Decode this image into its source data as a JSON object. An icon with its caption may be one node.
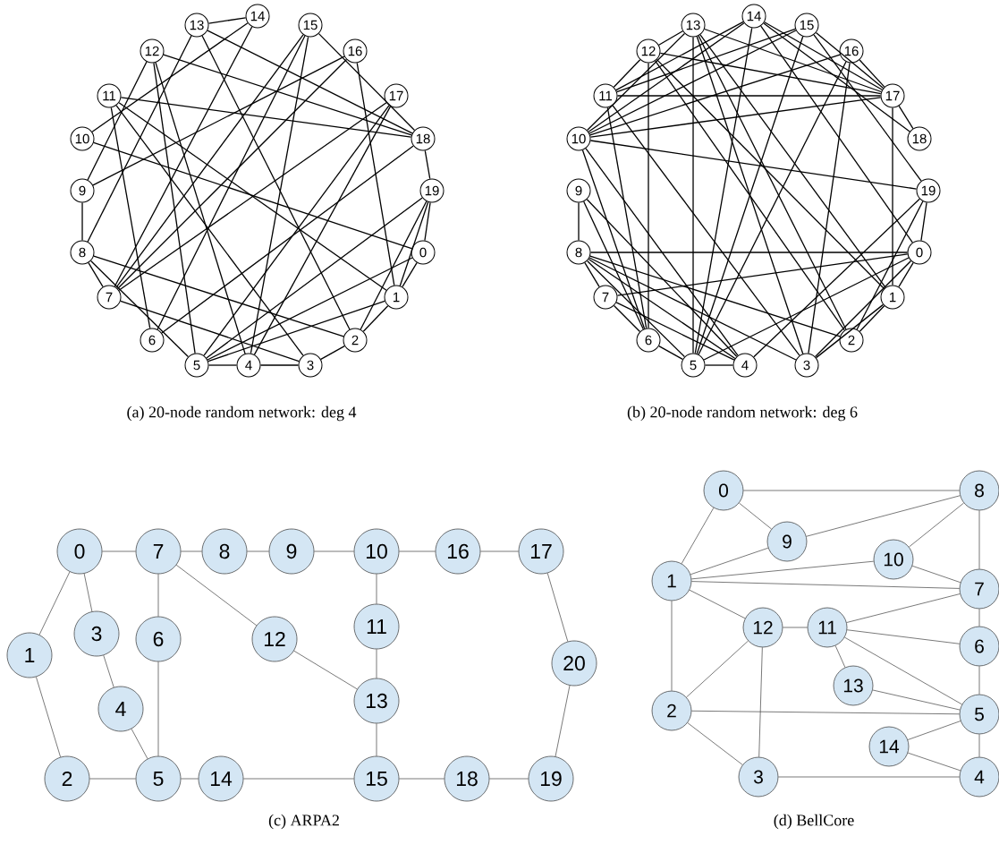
{
  "diagram": {
    "nodes": [
      {
        "text": [
          "0"
        ]
      },
      {
        "text": [
          "1"
        ]
      },
      {
        "text": [
          "2"
        ]
      },
      {
        "text": [
          "3"
        ]
      },
      {
        "text": [
          "4"
        ]
      },
      {
        "text": [
          "5"
        ]
      },
      {
        "text": [
          "6"
        ]
      },
      {
        "text": [
          "7"
        ]
      },
      {
        "text": [
          "8"
        ]
      },
      {
        "text": [
          "9"
        ]
      },
      {
        "text": [
          "10"
        ]
      },
      {
        "text": [
          "11"
        ]
      },
      {
        "text": [
          "12"
        ]
      },
      {
        "text": [
          "13"
        ]
      },
      {
        "text": [
          "14"
        ]
      },
      {
        "text": [
          "15"
        ]
      },
      {
        "text": [
          "16"
        ]
      },
      {
        "text": [
          "17"
        ]
      },
      {
        "text": [
          "18"
        ]
      },
      {
        "text": [
          "19"
        ]
      },
      {
        "text": [
          "0"
        ]
      },
      {
        "text": [
          "1"
        ]
      },
      {
        "text": [
          "2"
        ]
      },
      {
        "text": [
          "3"
        ]
      },
      {
        "text": [
          "4"
        ]
      },
      {
        "text": [
          "5"
        ]
      },
      {
        "text": [
          "6"
        ]
      },
      {
        "text": [
          "7"
        ]
      },
      {
        "text": [
          "8"
        ]
      },
      {
        "text": [
          "9"
        ]
      },
      {
        "text": [
          "10"
        ]
      },
      {
        "text": [
          "11"
        ]
      },
      {
        "text": [
          "12"
        ]
      },
      {
        "text": [
          "13"
        ]
      },
      {
        "text": [
          "14"
        ]
      },
      {
        "text": [
          "15"
        ]
      },
      {
        "text": [
          "16"
        ]
      },
      {
        "text": [
          "17"
        ]
      },
      {
        "text": [
          "18"
        ]
      },
      {
        "text": [
          "19"
        ]
      },
      {
        "text": [
          "0"
        ]
      },
      {
        "text": [
          "1"
        ]
      },
      {
        "text": [
          "2"
        ]
      },
      {
        "text": [
          "3"
        ]
      },
      {
        "text": [
          "4"
        ]
      },
      {
        "text": [
          "5"
        ]
      },
      {
        "text": [
          "6"
        ]
      },
      {
        "text": [
          "7"
        ]
      },
      {
        "text": [
          "8"
        ]
      },
      {
        "text": [
          "9"
        ]
      },
      {
        "text": [
          "10"
        ]
      },
      {
        "text": [
          "11"
        ]
      },
      {
        "text": [
          "12"
        ]
      },
      {
        "text": [
          "13"
        ]
      },
      {
        "text": [
          "14"
        ]
      },
      {
        "text": [
          "15"
        ]
      },
      {
        "text": [
          "16"
        ]
      },
      {
        "text": [
          "17"
        ]
      },
      {
        "text": [
          "18"
        ]
      },
      {
        "text": [
          "19"
        ]
      },
      {
        "text": [
          "20"
        ]
      },
      {
        "text": [
          "0"
        ]
      },
      {
        "text": [
          "1"
        ]
      },
      {
        "text": [
          "2"
        ]
      },
      {
        "text": [
          "3"
        ]
      },
      {
        "text": [
          "4"
        ]
      },
      {
        "text": [
          "5"
        ]
      },
      {
        "text": [
          "6"
        ]
      },
      {
        "text": [
          "7"
        ]
      },
      {
        "text": [
          "8"
        ]
      },
      {
        "text": [
          "9"
        ]
      },
      {
        "text": [
          "10"
        ]
      },
      {
        "text": [
          "11"
        ]
      },
      {
        "text": [
          "12"
        ]
      },
      {
        "text": [
          "13"
        ]
      },
      {
        "text": [
          "14"
        ]
      }
    ],
    "edges": [
      {
        "from": 13,
        "to": 14,
        "arrow": "none"
      },
      {
        "from": 13,
        "to": 18,
        "arrow": "none"
      },
      {
        "from": 13,
        "to": 8,
        "arrow": "none"
      },
      {
        "from": 13,
        "to": 2,
        "arrow": "none"
      },
      {
        "from": 14,
        "to": 10,
        "arrow": "none"
      },
      {
        "from": 14,
        "to": 7,
        "arrow": "none"
      },
      {
        "from": 15,
        "to": 18,
        "arrow": "none"
      },
      {
        "from": 15,
        "to": 7,
        "arrow": "none"
      },
      {
        "from": 15,
        "to": 6,
        "arrow": "none"
      },
      {
        "from": 15,
        "to": 4,
        "arrow": "none"
      },
      {
        "from": 16,
        "to": 1,
        "arrow": "none"
      },
      {
        "from": 16,
        "to": 9,
        "arrow": "none"
      },
      {
        "from": 16,
        "to": 7,
        "arrow": "none"
      },
      {
        "from": 17,
        "to": 7,
        "arrow": "none"
      },
      {
        "from": 17,
        "to": 4,
        "arrow": "none"
      },
      {
        "from": 17,
        "to": 5,
        "arrow": "none"
      },
      {
        "from": 12,
        "to": 18,
        "arrow": "none"
      },
      {
        "from": 11,
        "to": 18,
        "arrow": "none"
      },
      {
        "from": 18,
        "to": 19,
        "arrow": "none"
      },
      {
        "from": 18,
        "to": 6,
        "arrow": "none"
      },
      {
        "from": 19,
        "to": 5,
        "arrow": "none"
      },
      {
        "from": 19,
        "to": 2,
        "arrow": "none"
      },
      {
        "from": 19,
        "to": 1,
        "arrow": "none"
      },
      {
        "from": 0,
        "to": 10,
        "arrow": "none"
      },
      {
        "from": 11,
        "to": 1,
        "arrow": "none"
      },
      {
        "from": 0,
        "to": 19,
        "arrow": "none"
      },
      {
        "from": 0,
        "to": 5,
        "arrow": "none"
      },
      {
        "from": 0,
        "to": 1,
        "arrow": "none"
      },
      {
        "from": 12,
        "to": 9,
        "arrow": "none"
      },
      {
        "from": 12,
        "to": 5,
        "arrow": "none"
      },
      {
        "from": 12,
        "to": 4,
        "arrow": "none"
      },
      {
        "from": 11,
        "to": 6,
        "arrow": "none"
      },
      {
        "from": 11,
        "to": 3,
        "arrow": "none"
      },
      {
        "from": 8,
        "to": 9,
        "arrow": "none"
      },
      {
        "from": 8,
        "to": 7,
        "arrow": "none"
      },
      {
        "from": 8,
        "to": 2,
        "arrow": "none"
      },
      {
        "from": 8,
        "to": 5,
        "arrow": "none"
      },
      {
        "from": 7,
        "to": 3,
        "arrow": "none"
      },
      {
        "from": 5,
        "to": 4,
        "arrow": "none"
      },
      {
        "from": 4,
        "to": 3,
        "arrow": "none"
      },
      {
        "from": 3,
        "to": 2,
        "arrow": "none"
      },
      {
        "from": 2,
        "to": 1,
        "arrow": "none"
      },
      {
        "from": 1,
        "to": 5,
        "arrow": "none"
      },
      {
        "from": 33,
        "to": 32,
        "arrow": "none"
      },
      {
        "from": 33,
        "to": 30,
        "arrow": "none"
      },
      {
        "from": 33,
        "to": 25,
        "arrow": "none"
      },
      {
        "from": 33,
        "to": 37,
        "arrow": "none"
      },
      {
        "from": 33,
        "to": 23,
        "arrow": "none"
      },
      {
        "from": 33,
        "to": 22,
        "arrow": "none"
      },
      {
        "from": 33,
        "to": 21,
        "arrow": "none"
      },
      {
        "from": 34,
        "to": 31,
        "arrow": "none"
      },
      {
        "from": 34,
        "to": 30,
        "arrow": "none"
      },
      {
        "from": 34,
        "to": 37,
        "arrow": "none"
      },
      {
        "from": 34,
        "to": 38,
        "arrow": "none"
      },
      {
        "from": 34,
        "to": 25,
        "arrow": "none"
      },
      {
        "from": 34,
        "to": 20,
        "arrow": "none"
      },
      {
        "from": 35,
        "to": 31,
        "arrow": "none"
      },
      {
        "from": 35,
        "to": 30,
        "arrow": "none"
      },
      {
        "from": 35,
        "to": 37,
        "arrow": "none"
      },
      {
        "from": 35,
        "to": 39,
        "arrow": "none"
      },
      {
        "from": 35,
        "to": 25,
        "arrow": "none"
      },
      {
        "from": 36,
        "to": 37,
        "arrow": "none"
      },
      {
        "from": 36,
        "to": 30,
        "arrow": "none"
      },
      {
        "from": 36,
        "to": 23,
        "arrow": "none"
      },
      {
        "from": 37,
        "to": 38,
        "arrow": "none"
      },
      {
        "from": 37,
        "to": 21,
        "arrow": "none"
      },
      {
        "from": 37,
        "to": 30,
        "arrow": "none"
      },
      {
        "from": 37,
        "to": 31,
        "arrow": "none"
      },
      {
        "from": 37,
        "to": 32,
        "arrow": "none"
      },
      {
        "from": 39,
        "to": 30,
        "arrow": "none"
      },
      {
        "from": 39,
        "to": 20,
        "arrow": "none"
      },
      {
        "from": 39,
        "to": 24,
        "arrow": "none"
      },
      {
        "from": 20,
        "to": 28,
        "arrow": "none"
      },
      {
        "from": 20,
        "to": 27,
        "arrow": "none"
      },
      {
        "from": 20,
        "to": 21,
        "arrow": "none"
      },
      {
        "from": 39,
        "to": 22,
        "arrow": "none"
      },
      {
        "from": 20,
        "to": 23,
        "arrow": "none"
      },
      {
        "from": 20,
        "to": 25,
        "arrow": "none"
      },
      {
        "from": 21,
        "to": 22,
        "arrow": "none"
      },
      {
        "from": 21,
        "to": 23,
        "arrow": "none"
      },
      {
        "from": 21,
        "to": 32,
        "arrow": "none"
      },
      {
        "from": 22,
        "to": 28,
        "arrow": "none"
      },
      {
        "from": 22,
        "to": 32,
        "arrow": "none"
      },
      {
        "from": 23,
        "to": 28,
        "arrow": "none"
      },
      {
        "from": 23,
        "to": 31,
        "arrow": "none"
      },
      {
        "from": 24,
        "to": 28,
        "arrow": "none"
      },
      {
        "from": 24,
        "to": 27,
        "arrow": "none"
      },
      {
        "from": 24,
        "to": 30,
        "arrow": "none"
      },
      {
        "from": 25,
        "to": 24,
        "arrow": "none"
      },
      {
        "from": 25,
        "to": 28,
        "arrow": "none"
      },
      {
        "from": 25,
        "to": 26,
        "arrow": "none"
      },
      {
        "from": 26,
        "to": 32,
        "arrow": "none"
      },
      {
        "from": 26,
        "to": 31,
        "arrow": "none"
      },
      {
        "from": 26,
        "to": 30,
        "arrow": "none"
      },
      {
        "from": 26,
        "to": 27,
        "arrow": "none"
      },
      {
        "from": 26,
        "to": 29,
        "arrow": "none"
      },
      {
        "from": 27,
        "to": 28,
        "arrow": "none"
      },
      {
        "from": 28,
        "to": 29,
        "arrow": "none"
      },
      {
        "from": 29,
        "to": 24,
        "arrow": "none"
      },
      {
        "from": 25,
        "to": 36,
        "arrow": "none"
      },
      {
        "from": 32,
        "to": 31,
        "arrow": "none"
      },
      {
        "from": 40,
        "to": 47,
        "arrow": "none"
      },
      {
        "from": 47,
        "to": 48,
        "arrow": "none"
      },
      {
        "from": 48,
        "to": 49,
        "arrow": "none"
      },
      {
        "from": 49,
        "to": 50,
        "arrow": "none"
      },
      {
        "from": 50,
        "to": 56,
        "arrow": "none"
      },
      {
        "from": 56,
        "to": 57,
        "arrow": "none"
      },
      {
        "from": 40,
        "to": 41,
        "arrow": "none"
      },
      {
        "from": 40,
        "to": 43,
        "arrow": "none"
      },
      {
        "from": 41,
        "to": 42,
        "arrow": "none"
      },
      {
        "from": 43,
        "to": 44,
        "arrow": "none"
      },
      {
        "from": 44,
        "to": 45,
        "arrow": "none"
      },
      {
        "from": 47,
        "to": 46,
        "arrow": "none"
      },
      {
        "from": 46,
        "to": 45,
        "arrow": "none"
      },
      {
        "from": 47,
        "to": 52,
        "arrow": "none"
      },
      {
        "from": 52,
        "to": 53,
        "arrow": "none"
      },
      {
        "from": 50,
        "to": 51,
        "arrow": "none"
      },
      {
        "from": 51,
        "to": 53,
        "arrow": "none"
      },
      {
        "from": 53,
        "to": 55,
        "arrow": "none"
      },
      {
        "from": 42,
        "to": 45,
        "arrow": "none"
      },
      {
        "from": 45,
        "to": 54,
        "arrow": "none"
      },
      {
        "from": 54,
        "to": 55,
        "arrow": "none"
      },
      {
        "from": 55,
        "to": 58,
        "arrow": "none"
      },
      {
        "from": 58,
        "to": 59,
        "arrow": "none"
      },
      {
        "from": 57,
        "to": 60,
        "arrow": "none"
      },
      {
        "from": 60,
        "to": 59,
        "arrow": "none"
      },
      {
        "from": 61,
        "to": 69,
        "arrow": "none"
      },
      {
        "from": 61,
        "to": 70,
        "arrow": "none"
      },
      {
        "from": 61,
        "to": 62,
        "arrow": "none"
      },
      {
        "from": 70,
        "to": 69,
        "arrow": "none"
      },
      {
        "from": 70,
        "to": 62,
        "arrow": "none"
      },
      {
        "from": 71,
        "to": 69,
        "arrow": "none"
      },
      {
        "from": 71,
        "to": 68,
        "arrow": "none"
      },
      {
        "from": 71,
        "to": 62,
        "arrow": "none"
      },
      {
        "from": 62,
        "to": 68,
        "arrow": "none"
      },
      {
        "from": 69,
        "to": 68,
        "arrow": "none"
      },
      {
        "from": 62,
        "to": 73,
        "arrow": "none"
      },
      {
        "from": 62,
        "to": 63,
        "arrow": "none"
      },
      {
        "from": 73,
        "to": 72,
        "arrow": "none"
      },
      {
        "from": 73,
        "to": 63,
        "arrow": "none"
      },
      {
        "from": 73,
        "to": 64,
        "arrow": "none"
      },
      {
        "from": 72,
        "to": 68,
        "arrow": "none"
      },
      {
        "from": 72,
        "to": 67,
        "arrow": "none"
      },
      {
        "from": 72,
        "to": 66,
        "arrow": "none"
      },
      {
        "from": 72,
        "to": 74,
        "arrow": "none"
      },
      {
        "from": 74,
        "to": 66,
        "arrow": "none"
      },
      {
        "from": 68,
        "to": 67,
        "arrow": "none"
      },
      {
        "from": 67,
        "to": 66,
        "arrow": "none"
      },
      {
        "from": 63,
        "to": 66,
        "arrow": "none"
      },
      {
        "from": 63,
        "to": 64,
        "arrow": "none"
      },
      {
        "from": 66,
        "to": 75,
        "arrow": "none"
      },
      {
        "from": 66,
        "to": 65,
        "arrow": "none"
      },
      {
        "from": 75,
        "to": 65,
        "arrow": "none"
      },
      {
        "from": 64,
        "to": 65,
        "arrow": "none"
      }
    ],
    "labels": [
      "(a) 20-node random network: deg 4",
      "(b) 20-node random network: deg 6",
      "(c) ARPA2",
      "(d) BellCore"
    ]
  }
}
